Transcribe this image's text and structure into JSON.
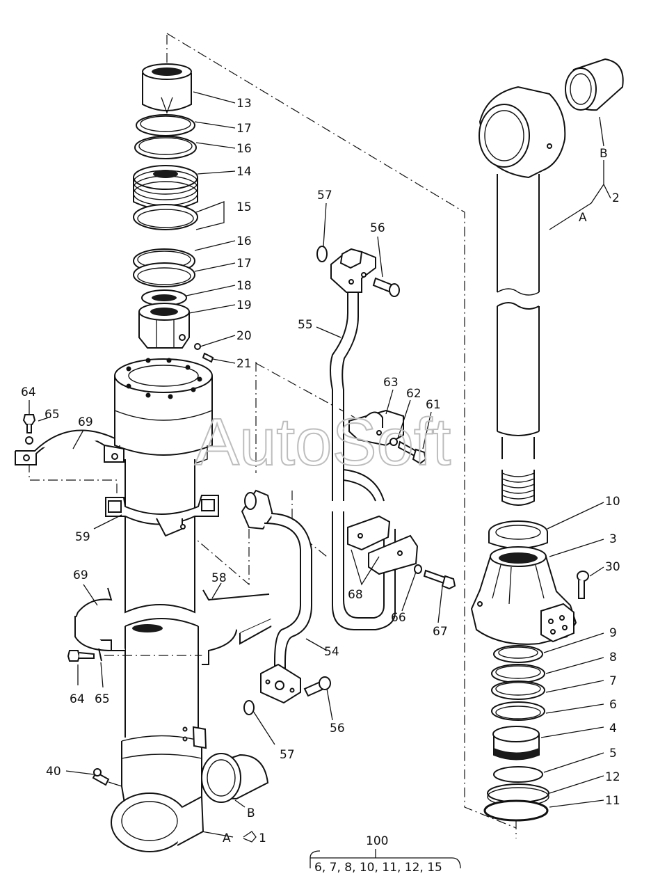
{
  "watermark": "AutoSoft",
  "callouts": {
    "c13": "13",
    "c17a": "17",
    "c16a": "16",
    "c14": "14",
    "c15": "15",
    "c16b": "16",
    "c17b": "17",
    "c18": "18",
    "c19": "19",
    "c20": "20",
    "c21": "21",
    "c64a": "64",
    "c65a": "65",
    "c69a": "69",
    "c59": "59",
    "c69b": "69",
    "c58": "58",
    "c64b": "64",
    "c65b": "65",
    "c40": "40",
    "cBa": "B",
    "cAa": "A",
    "c1": "1",
    "c57a": "57",
    "c56a": "56",
    "c55": "55",
    "c63": "63",
    "c62": "62",
    "c61": "61",
    "c68": "68",
    "c66": "66",
    "c67": "67",
    "c54": "54",
    "c56b": "56",
    "c57b": "57",
    "cBb": "B",
    "cAb": "A",
    "c2": "2",
    "c10": "10",
    "c3": "3",
    "c30": "30",
    "c9": "9",
    "c8": "8",
    "c7": "7",
    "c6": "6",
    "c4": "4",
    "c5": "5",
    "c12": "12",
    "c11": "11"
  },
  "kit": {
    "number": "100",
    "contents": "6, 7, 8, 10, 11,  12, 15"
  }
}
